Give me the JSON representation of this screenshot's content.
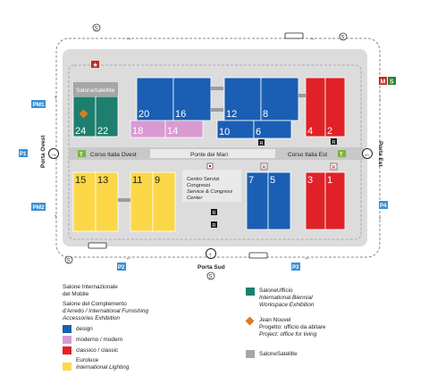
{
  "colors": {
    "design": "#1a5fb4",
    "modern": "#d99ad2",
    "classic": "#e02127",
    "euroluce": "#fbd748",
    "ufficio": "#1e7f6e",
    "satellite": "#a6a6a6",
    "nouvel": "#e07a1f",
    "frame": "#dcdcdc",
    "corridor": "#d3d3d3"
  },
  "halls": [
    {
      "id": "20",
      "cat": "design"
    },
    {
      "id": "16",
      "cat": "design"
    },
    {
      "id": "18",
      "cat": "modern"
    },
    {
      "id": "14",
      "cat": "modern"
    },
    {
      "id": "12",
      "cat": "design"
    },
    {
      "id": "8",
      "cat": "design"
    },
    {
      "id": "10",
      "cat": "design"
    },
    {
      "id": "6",
      "cat": "design"
    },
    {
      "id": "4",
      "cat": "classic"
    },
    {
      "id": "2",
      "cat": "classic"
    },
    {
      "id": "24",
      "cat": "ufficio"
    },
    {
      "id": "22",
      "cat": "ufficio"
    },
    {
      "id": "15",
      "cat": "euroluce"
    },
    {
      "id": "13",
      "cat": "euroluce"
    },
    {
      "id": "11",
      "cat": "euroluce"
    },
    {
      "id": "9",
      "cat": "euroluce"
    },
    {
      "id": "7",
      "cat": "design"
    },
    {
      "id": "5",
      "cat": "design"
    },
    {
      "id": "3",
      "cat": "classic"
    },
    {
      "id": "1",
      "cat": "classic"
    }
  ],
  "map": {
    "satellite": "SaloneSatellite",
    "corso_ovest": "Corso Italia Ovest",
    "ponte": "Ponte dei Mari",
    "corso_est": "Corso Italia Est",
    "centro": [
      "Centro Servizi",
      "Congressi",
      "Service & Congress",
      "Center"
    ],
    "porta_ovest": "Porta Ovest",
    "porta_est": "Porta Est",
    "porta_sud": "Porta Sud",
    "pm1": "PM1",
    "pm2": "PM2",
    "p1": "P1",
    "p2": "P2",
    "p3": "P3",
    "p4": "P4",
    "s": "S",
    "m": "M",
    "r": "R"
  },
  "legend": {
    "salone": "Salone Internazionale",
    "salone2": "del Mobile",
    "complemento": "Salone del Complemento",
    "complemento2": "d'Arredo",
    "complemento_it": " / International Furnishing",
    "complemento3": "Accessories Exhibition",
    "design": "design",
    "modern": "moderno / modern",
    "classic": "classico / classic",
    "euroluce": "Euroluce",
    "euroluce_it": "International Lighting",
    "ufficio": "SaloneUfficio",
    "ufficio_it1": "International Biennial",
    "ufficio_it2": "Workspace Exhibition",
    "nouvel": "Jean Nouvel",
    "nouvel2": "Progetto: ufficio da abitare",
    "nouvel_it": "Project: office for living",
    "satellite": "SaloneSatellite"
  }
}
